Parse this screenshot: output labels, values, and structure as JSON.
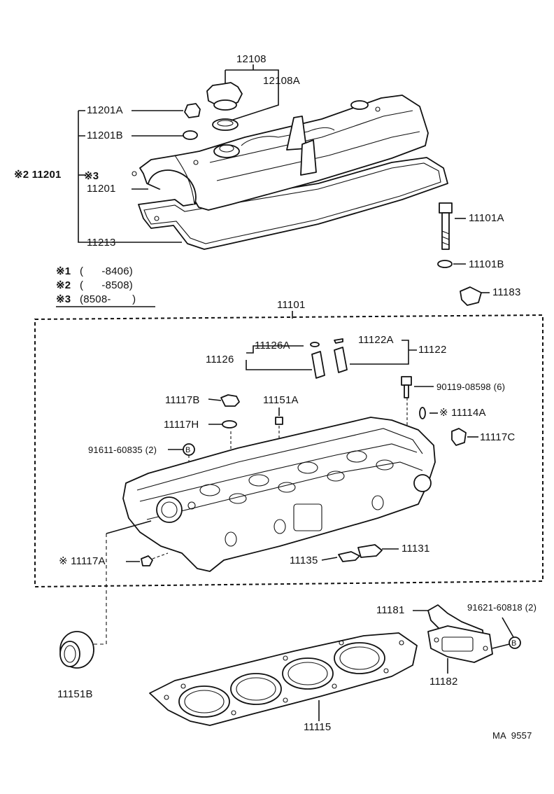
{
  "parts": {
    "p12108": "12108",
    "p12108A": "12108A",
    "p11201A": "11201A",
    "p11201B": "11201B",
    "p11201_assy": "※2 11201",
    "note3_mark": "※3",
    "p11201": "11201",
    "p11213": "11213",
    "p11101A": "11101A",
    "p11101B": "11101B",
    "p11183": "11183",
    "p11101": "11101",
    "p11126A": "11126A",
    "p11122A": "11122A",
    "p11122": "11122",
    "p11126": "11126",
    "p90119": "90119-08598 (6)",
    "p11117B": "11117B",
    "p11151A": "11151A",
    "p11114A": "※ 11114A",
    "p11117H": "11117H",
    "p11117C": "11117C",
    "p91611": "91611-60835 (2)",
    "p11117A": "※ 11117A",
    "p11135": "11135",
    "p11131": "11131",
    "p11181": "11181",
    "p91621": "91621-60818 (2)",
    "p11182": "11182",
    "p11151B": "11151B",
    "p11115": "11115"
  },
  "notes": [
    {
      "mark": "※1",
      "range": "(      -8406)"
    },
    {
      "mark": "※2",
      "range": "(      -8508)"
    },
    {
      "mark": "※3",
      "range": "(8508-       )"
    }
  ],
  "bolt_marker": "B",
  "diagram_code": "MA  9557"
}
